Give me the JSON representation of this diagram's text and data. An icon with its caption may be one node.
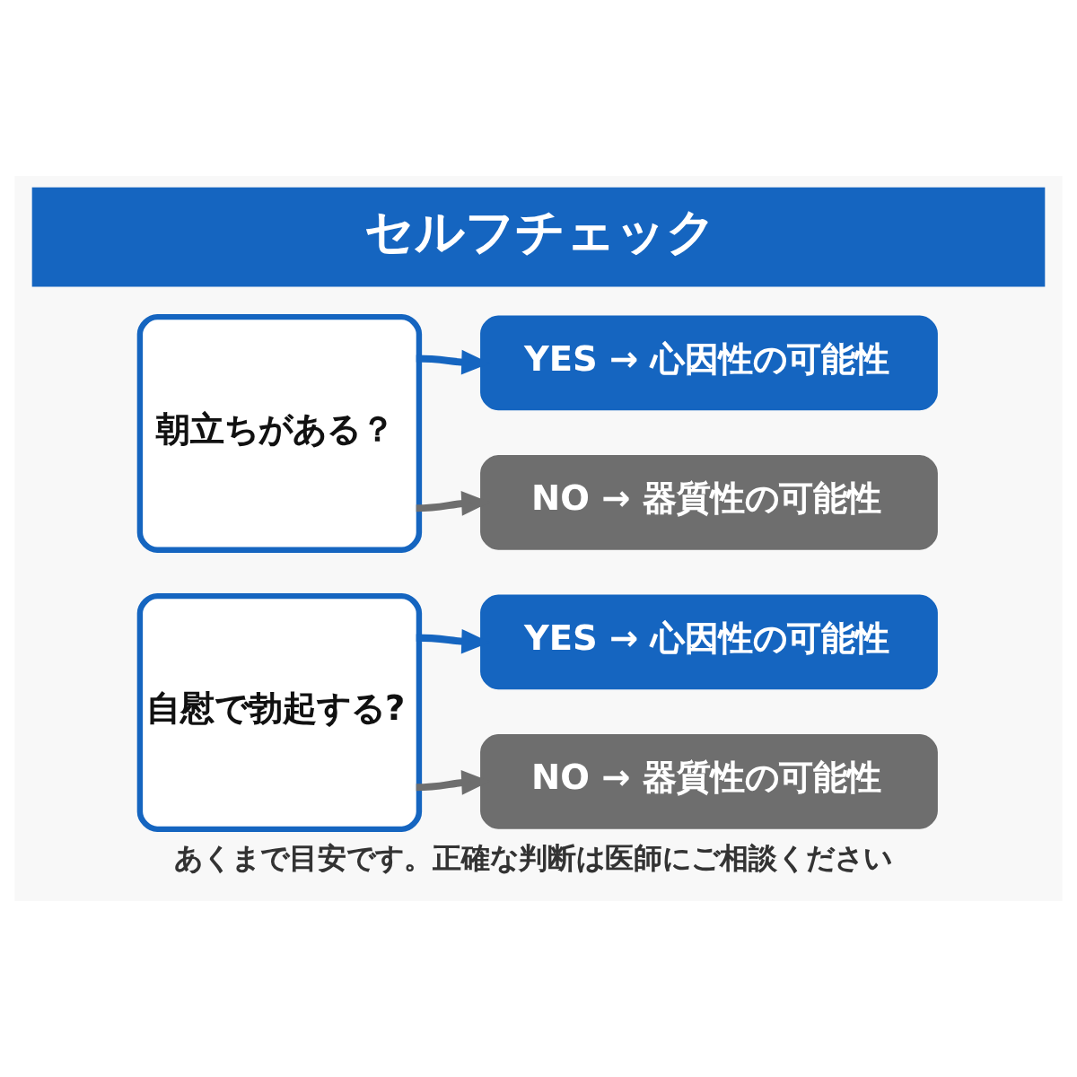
{
  "diagram": {
    "title": "セルフチェック",
    "caption": "あくまで目安です。正確な判断は医師にご相談ください",
    "nodes": [
      {
        "text": [
          "朝立ちがある？"
        ]
      },
      {
        "text": [
          "YES → 心因性の可能性"
        ]
      },
      {
        "text": [
          "NO → 器質性の可能性"
        ]
      },
      {
        "text": [
          "自慰で勃起する?"
        ]
      },
      {
        "text": [
          "YES → 心因性の可能性"
        ]
      },
      {
        "text": [
          "NO → 器質性の可能性"
        ]
      }
    ],
    "edges": [
      {
        "from": 0,
        "to": 1,
        "arrow": "to",
        "color": "#1565c0"
      },
      {
        "from": 0,
        "to": 2,
        "arrow": "to",
        "color": "#6e6e6e"
      },
      {
        "from": 3,
        "to": 4,
        "arrow": "to",
        "color": "#1565c0"
      },
      {
        "from": 3,
        "to": 5,
        "arrow": "to",
        "color": "#6e6e6e"
      }
    ]
  }
}
